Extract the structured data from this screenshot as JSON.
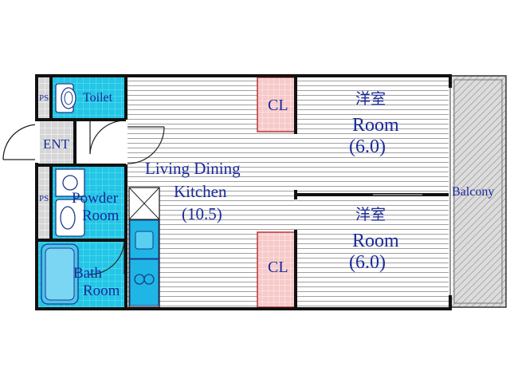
{
  "labels": {
    "ps_top": "PS",
    "toilet": "Toilet",
    "ent": "ENT",
    "ps_mid": "PS",
    "powder_line1": "Powder",
    "powder_line2": "Room",
    "bath_line1": "Bath",
    "bath_line2": "Room",
    "ldk_line1": "Living Dining",
    "ldk_line2": "Kitchen",
    "ldk_line3": "(10.5)",
    "cl_top": "CL",
    "cl_bottom": "CL",
    "room1_jp": "洋室",
    "room1_en": "Room",
    "room1_size": "(6.0)",
    "room2_jp": "洋室",
    "room2_en": "Room",
    "room2_size": "(6.0)",
    "balcony": "Balcony"
  },
  "colors": {
    "wet_area": "#22c8e8",
    "closet": "#f6c8c8",
    "wall": "#111111",
    "text": "#1a2a9a",
    "floor_line": "#9a9a9a",
    "balcony": "#d9d9d9"
  }
}
